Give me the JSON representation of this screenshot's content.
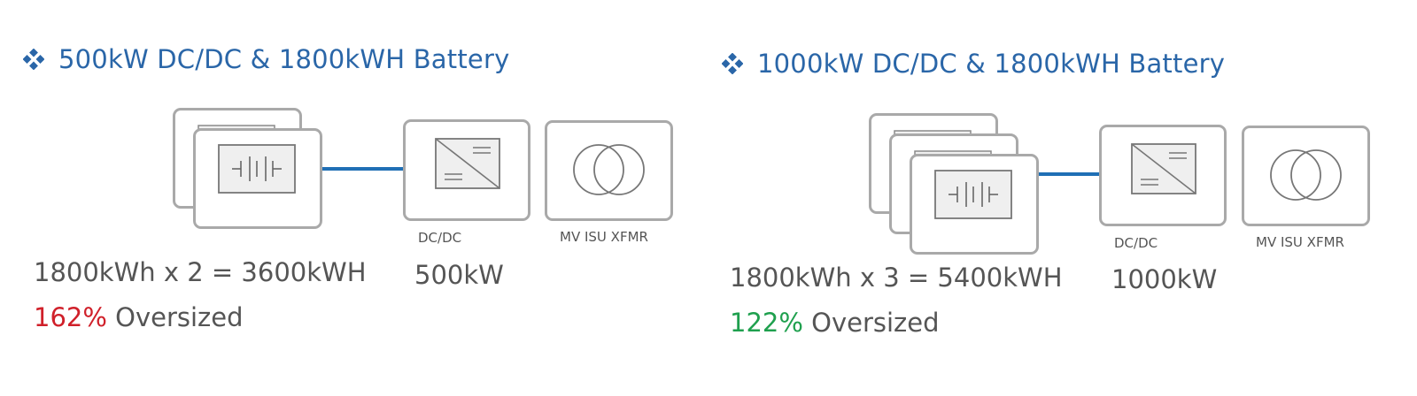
{
  "colors": {
    "heading": "#2a66a8",
    "wire": "#1f6fb5",
    "box_border": "#a9a9a9",
    "text": "#555555",
    "oversized_bad": "#d0202a",
    "oversized_good": "#1fa04e"
  },
  "icons": [
    "diamond-bullet-icon",
    "battery-icon",
    "dcdc-converter-icon",
    "transformer-icon"
  ],
  "left": {
    "heading": "500kW DC/DC & 1800kWH Battery",
    "battery_count": 2,
    "dcdc_label": "DC/DC",
    "xfmr_label": "MV ISU XFMR",
    "energy": "1800kWh x 2 = 3600kWH",
    "power": "500kW",
    "oversize_pct": "162%",
    "oversize_text": " Oversized"
  },
  "right": {
    "heading": "1000kW DC/DC & 1800kWH Battery",
    "battery_count": 3,
    "dcdc_label": "DC/DC",
    "xfmr_label": "MV ISU XFMR",
    "energy": "1800kWh x 3 = 5400kWH",
    "power": "1000kW",
    "oversize_pct": "122%",
    "oversize_text": " Oversized"
  }
}
